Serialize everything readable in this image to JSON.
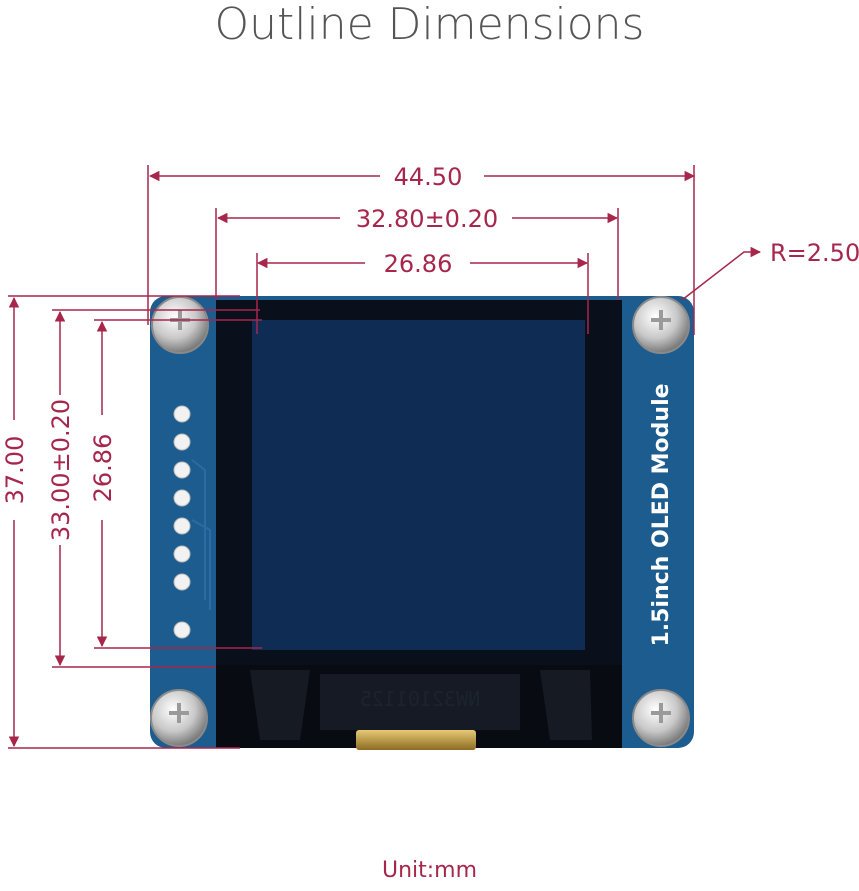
{
  "title": "Outline Dimensions",
  "unit": "Unit:mm",
  "dimensions": {
    "total_width": "44.50",
    "hole_width": "32.80±0.20",
    "active_width": "26.86",
    "radius": "R=2.50",
    "total_height": "37.00",
    "hole_height": "33.00±0.20",
    "active_height": "26.86"
  },
  "module": {
    "label": "1.5inch OLED Module",
    "chip_marking": "NW32101125"
  },
  "colors": {
    "dimension": "#a6264c",
    "pcb": "#1d5c8e",
    "panel": "#0a0f1c",
    "screen": "#0f2d54",
    "title": "#555555"
  }
}
